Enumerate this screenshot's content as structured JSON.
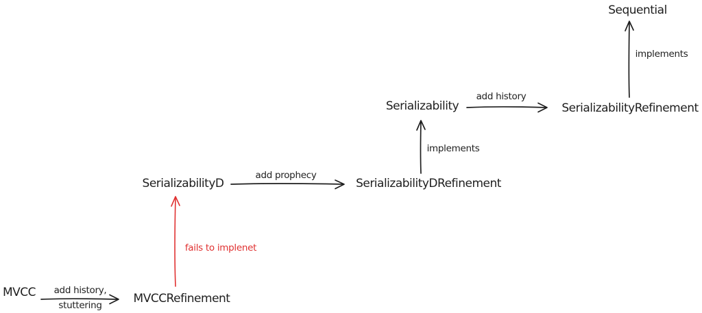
{
  "diagram": {
    "background_color": "#ffffff",
    "stroke_color": "#1e1e1e",
    "accent_color": "#e03131",
    "nodes": [
      {
        "id": "mvcc",
        "label": "MVCC"
      },
      {
        "id": "mvcc-refinement",
        "label": "MVCCRefinement"
      },
      {
        "id": "serializability-d",
        "label": "SerializabilityD"
      },
      {
        "id": "serializability-d-refinement",
        "label": "SerializabilityDRefinement"
      },
      {
        "id": "serializability",
        "label": "Serializability"
      },
      {
        "id": "serializability-refinement",
        "label": "SerializabilityRefinement"
      },
      {
        "id": "sequential",
        "label": "Sequential"
      }
    ],
    "edges": [
      {
        "from": "mvcc",
        "to": "mvcc-refinement",
        "label": "add history,",
        "label2": "stuttering",
        "color": "#1e1e1e",
        "direction": "right"
      },
      {
        "from": "mvcc-refinement",
        "to": "serializability-d",
        "label": "fails to implenet",
        "color": "#e03131",
        "direction": "up"
      },
      {
        "from": "serializability-d",
        "to": "serializability-d-refinement",
        "label": "add prophecy",
        "color": "#1e1e1e",
        "direction": "right"
      },
      {
        "from": "serializability-d-refinement",
        "to": "serializability",
        "label": "implements",
        "color": "#1e1e1e",
        "direction": "up"
      },
      {
        "from": "serializability",
        "to": "serializability-refinement",
        "label": "add history",
        "color": "#1e1e1e",
        "direction": "right"
      },
      {
        "from": "serializability-refinement",
        "to": "sequential",
        "label": "implements",
        "color": "#1e1e1e",
        "direction": "up"
      }
    ]
  }
}
